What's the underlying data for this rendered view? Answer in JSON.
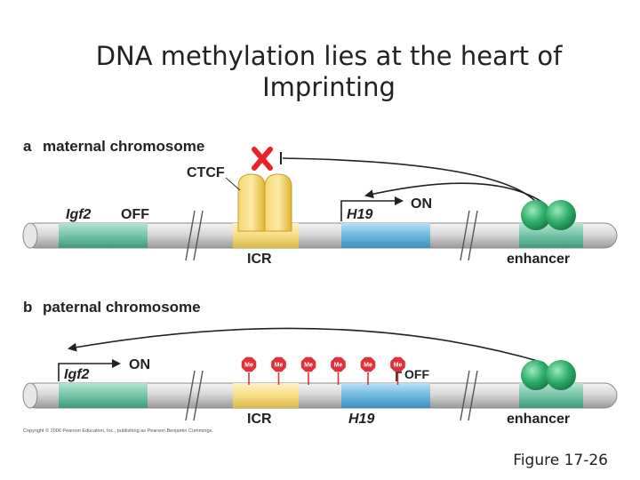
{
  "slide": {
    "title_line1": "DNA methylation lies at the heart of",
    "title_line2": "Imprinting",
    "caption": "Figure 17-26"
  },
  "panel_a": {
    "letter": "a",
    "heading": "maternal chromosome",
    "ctcf_label": "CTCF",
    "igf2_label": "Igf2",
    "igf2_state": "OFF",
    "h19_label": "H19",
    "h19_state": "ON",
    "icr_label": "ICR",
    "enhancer_label": "enhancer"
  },
  "panel_b": {
    "letter": "b",
    "heading": "paternal chromosome",
    "igf2_label": "Igf2",
    "igf2_state": "ON",
    "h19_label": "H19",
    "h19_state": "OFF",
    "icr_label": "ICR",
    "enhancer_label": "enhancer",
    "methyl_label": "Me",
    "methyl_count": 6
  },
  "copyright": "Copyright © 2006 Pearson Education, Inc., publishing as Pearson Benjamin Cummings.",
  "colors": {
    "chromosome": "#d4d4d4",
    "gene_green": "#6fc3a6",
    "h19_blue": "#6cb8df",
    "icr_yellow": "#f5dc82",
    "ctcf": "#f0c94e",
    "enhancer_ball": "#2fae6a",
    "methyl": "#e0303a",
    "block_x": "#e8232a"
  }
}
